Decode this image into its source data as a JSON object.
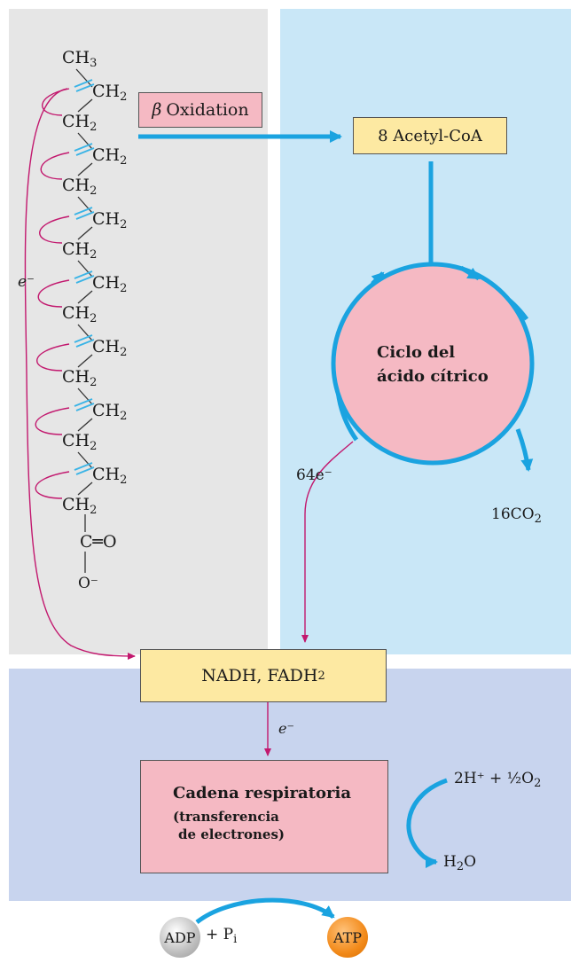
{
  "chain": {
    "ch3": "CH",
    "ch3_sub": "3",
    "ch2": "CH",
    "ch2_sub": "2",
    "carbonyl": "C═O",
    "oxygen_minus": "O⁻"
  },
  "labels": {
    "beta_symbol": "β",
    "beta_oxidation": "Oxidation",
    "acetyl_coa": "8 Acetyl-CoA",
    "ciclo_line1": "Ciclo del",
    "ciclo_line2": "ácido cítrico",
    "electron_left": "e⁻",
    "electrons_64": "64e⁻",
    "co2": "16CO",
    "co2_sub": "2",
    "nadh": "NADH, FADH",
    "nadh_sub": "2",
    "electron_mid": "e⁻",
    "cadena_title": "Cadena respiratoria",
    "cadena_line2": "(transferencia",
    "cadena_line3": "de electrones)",
    "hydrogen": "2H⁺ + ½O",
    "hydrogen_sub": "2",
    "water": "H",
    "water_sub": "2",
    "water_o": "O",
    "adp": "ADP",
    "plus_pi": "+ P",
    "pi_sub": "i",
    "atp": "ATP"
  },
  "colors": {
    "left_panel": "#e6e6e6",
    "right_panel": "#c9e7f7",
    "bottom_panel": "#c8d4ee",
    "blue_arrow": "#1aa3e0",
    "magenta": "#c2186e",
    "pink_box": "#f5b9c3",
    "yellow_box": "#fde9a2"
  }
}
